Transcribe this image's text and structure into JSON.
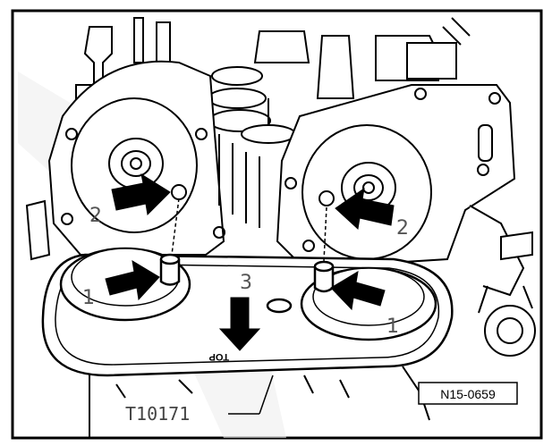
{
  "callouts": {
    "cam_left": "2",
    "cam_right": "2",
    "pin_left": "1",
    "pin_right": "1",
    "plate_arrow": "3"
  },
  "plate_marking": "TOP",
  "tool_number": "T10171",
  "figure_reference": "N15-0659",
  "colors": {
    "line": "#000000",
    "background": "#ffffff",
    "watermark": "#c8c8c8"
  },
  "icons": {
    "arrow": "black-arrow-icon"
  }
}
